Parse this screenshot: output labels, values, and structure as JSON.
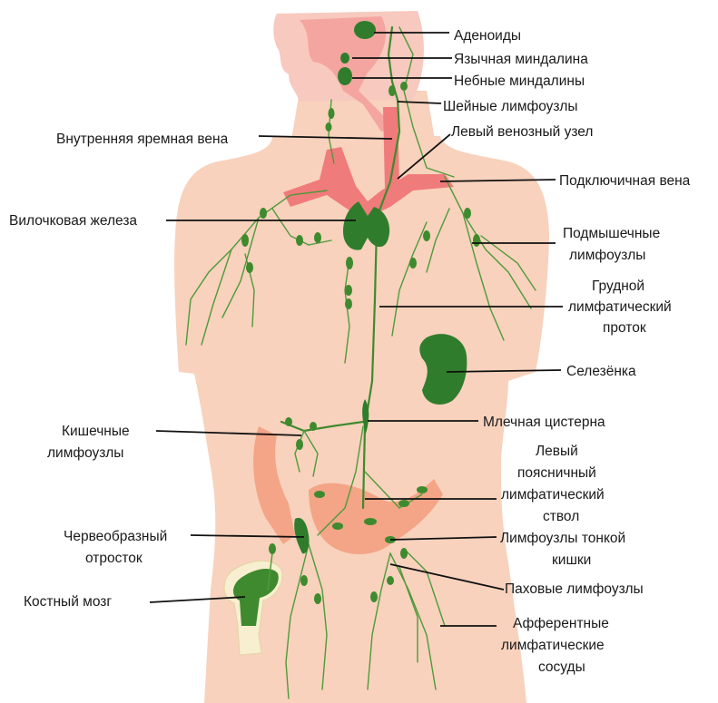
{
  "labels": {
    "adenoids": "Аденоиды",
    "lingual_tonsil": "Язычная миндалина",
    "palatine_tonsils": "Небные миндалины",
    "cervical_nodes": "Шейные лимфоузлы",
    "jugular_vein": "Внутренняя яремная вена",
    "left_venous_angle": "Левый венозный узел",
    "subclavian_vein": "Подключичная вена",
    "thymus": "Вилочковая железа",
    "axillary_nodes_1": "Подмышечные",
    "axillary_nodes_2": "лимфоузлы",
    "thoracic_duct_1": "Грудной",
    "thoracic_duct_2": "лимфатический",
    "thoracic_duct_3": "проток",
    "spleen": "Селезёнка",
    "cisterna_chyli": "Млечная цистерна",
    "intestinal_nodes_1": "Кишечные",
    "intestinal_nodes_2": "лимфоузлы",
    "lumbar_trunk_1": "Левый",
    "lumbar_trunk_2": "поясничный",
    "lumbar_trunk_3": "лимфатический",
    "lumbar_trunk_4": "ствол",
    "appendix_1": "Червеобразный",
    "appendix_2": "отросток",
    "small_intestine_nodes_1": "Лимфоузлы тонкой",
    "small_intestine_nodes_2": "кишки",
    "bone_marrow": "Костный мозг",
    "inguinal_nodes": "Паховые лимфоузлы",
    "afferent_vessels_1": "Афферентные",
    "afferent_vessels_2": "лимфатические",
    "afferent_vessels_3": "сосуды"
  },
  "colors": {
    "skin": "#f8d2bd",
    "head": "#f7c9bf",
    "airway": "#f5a5a0",
    "vein": "#f07b7b",
    "lymph": "#3f8a2e",
    "organ": "#2f7d2c",
    "intestine": "#f4a587",
    "bone": "#f7efcf"
  }
}
